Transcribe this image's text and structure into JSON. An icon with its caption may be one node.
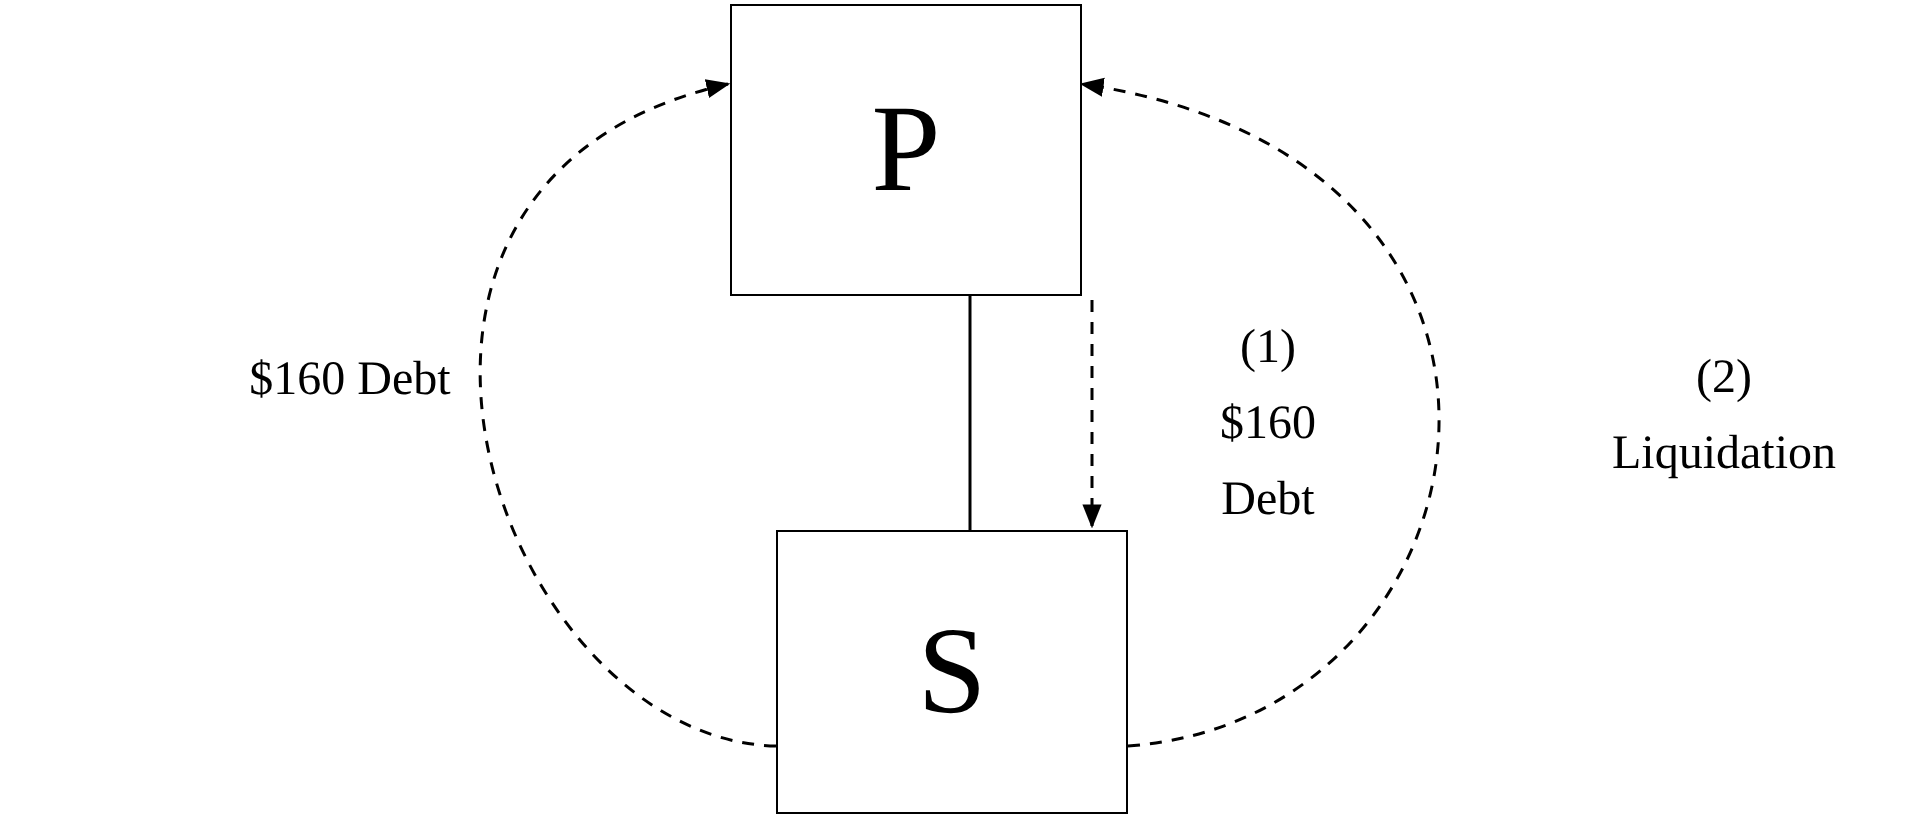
{
  "diagram": {
    "nodes": [
      {
        "text": [
          "P"
        ]
      },
      {
        "text": [
          "S"
        ]
      }
    ],
    "edges": [
      {
        "from": 0,
        "to": 1,
        "arrow": "none"
      },
      {
        "from": 0,
        "to": 1,
        "arrow": "to",
        "style": "dashed",
        "label": "(1) $160 Debt"
      },
      {
        "from": 1,
        "to": 0,
        "arrow": "to",
        "style": "dashed",
        "label": "$160 Debt"
      },
      {
        "from": 1,
        "to": 0,
        "arrow": "to",
        "style": "dashed",
        "label": "(2) Liquidation"
      }
    ]
  }
}
